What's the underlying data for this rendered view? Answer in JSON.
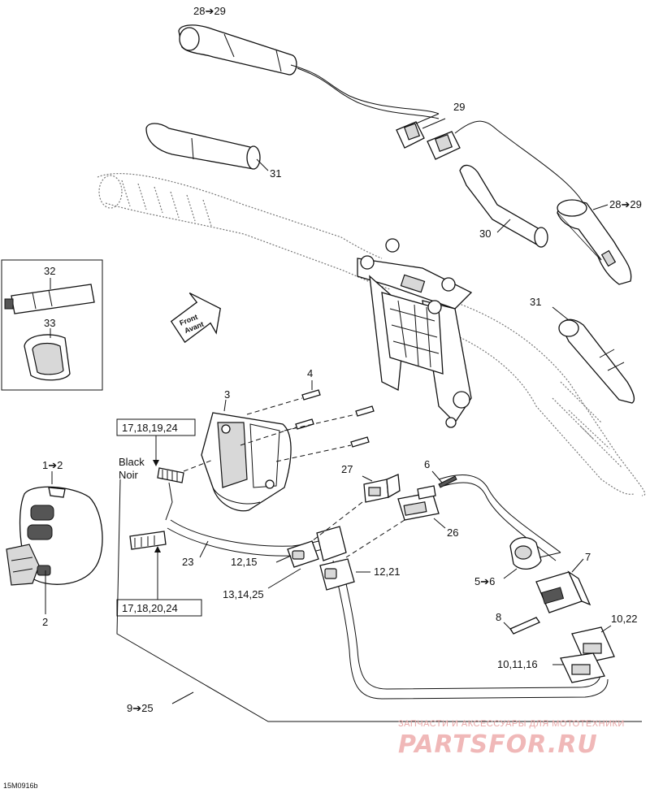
{
  "labels": {
    "l28_29_top": "28➔29",
    "l29": "29",
    "l31_top": "31",
    "l28_29_right": "28➔29",
    "l30": "30",
    "l31_right": "31",
    "l32": "32",
    "l33": "33",
    "l4": "4",
    "l3": "3",
    "l17_18_19_24": "17,18,19,24",
    "black": "Black",
    "noir": "Noir",
    "l1_2": "1➔2",
    "l27": "27",
    "l6": "6",
    "l26": "26",
    "l7": "7",
    "l5_6": "5➔6",
    "l12_15": "12,15",
    "l12_21": "12,21",
    "l13_14_25": "13,14,25",
    "l23": "23",
    "l2": "2",
    "l17_18_20_24": "17,18,20,24",
    "l8": "8",
    "l10_22": "10,22",
    "l10_11_16": "10,11,16",
    "l9_25": "9➔25"
  },
  "front_arrow": {
    "line1": "Front",
    "line2": "Avant"
  },
  "watermark": {
    "caption": "ЗАПЧАСТИ И АКСЕССУАРЫ ДЛЯ МОТОТЕХНИКИ",
    "logo": "PARTSFOR.RU"
  },
  "drawing_code": "15M0916b"
}
